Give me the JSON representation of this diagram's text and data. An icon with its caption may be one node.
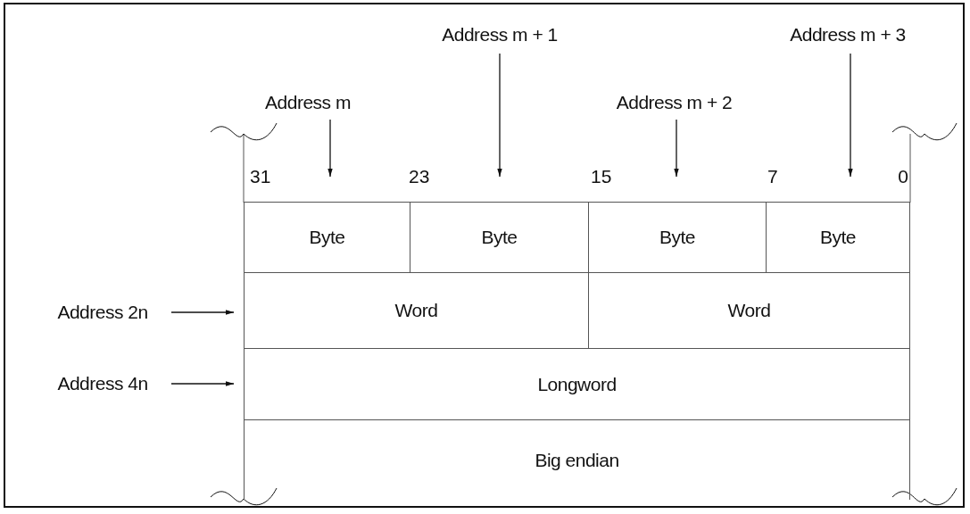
{
  "diagram": {
    "nodes": [
      {
        "text": [
          "Address m + 1"
        ]
      },
      {
        "text": [
          "Address m + 3"
        ]
      },
      {
        "text": [
          "Address m"
        ]
      },
      {
        "text": [
          "Address m + 2"
        ]
      },
      {
        "text": [
          "Byte"
        ]
      },
      {
        "text": [
          "Byte"
        ]
      },
      {
        "text": [
          "Byte"
        ]
      },
      {
        "text": [
          "Byte"
        ]
      },
      {
        "text": [
          "Address 2n"
        ]
      },
      {
        "text": [
          "Word"
        ]
      },
      {
        "text": [
          "Word"
        ]
      },
      {
        "text": [
          "Address 4n"
        ]
      },
      {
        "text": [
          "Longword"
        ]
      },
      {
        "text": [
          "Big endian"
        ]
      }
    ],
    "edges": [
      {
        "from": 2,
        "to": 4,
        "arrow": "to"
      },
      {
        "from": 0,
        "to": 5,
        "arrow": "to"
      },
      {
        "from": 3,
        "to": 6,
        "arrow": "to"
      },
      {
        "from": 1,
        "to": 7,
        "arrow": "to"
      },
      {
        "from": 8,
        "to": 9,
        "arrow": "to"
      },
      {
        "from": 11,
        "to": 12,
        "arrow": "to"
      }
    ],
    "labels": [
      "31",
      "23",
      "15",
      "7",
      "0"
    ]
  }
}
